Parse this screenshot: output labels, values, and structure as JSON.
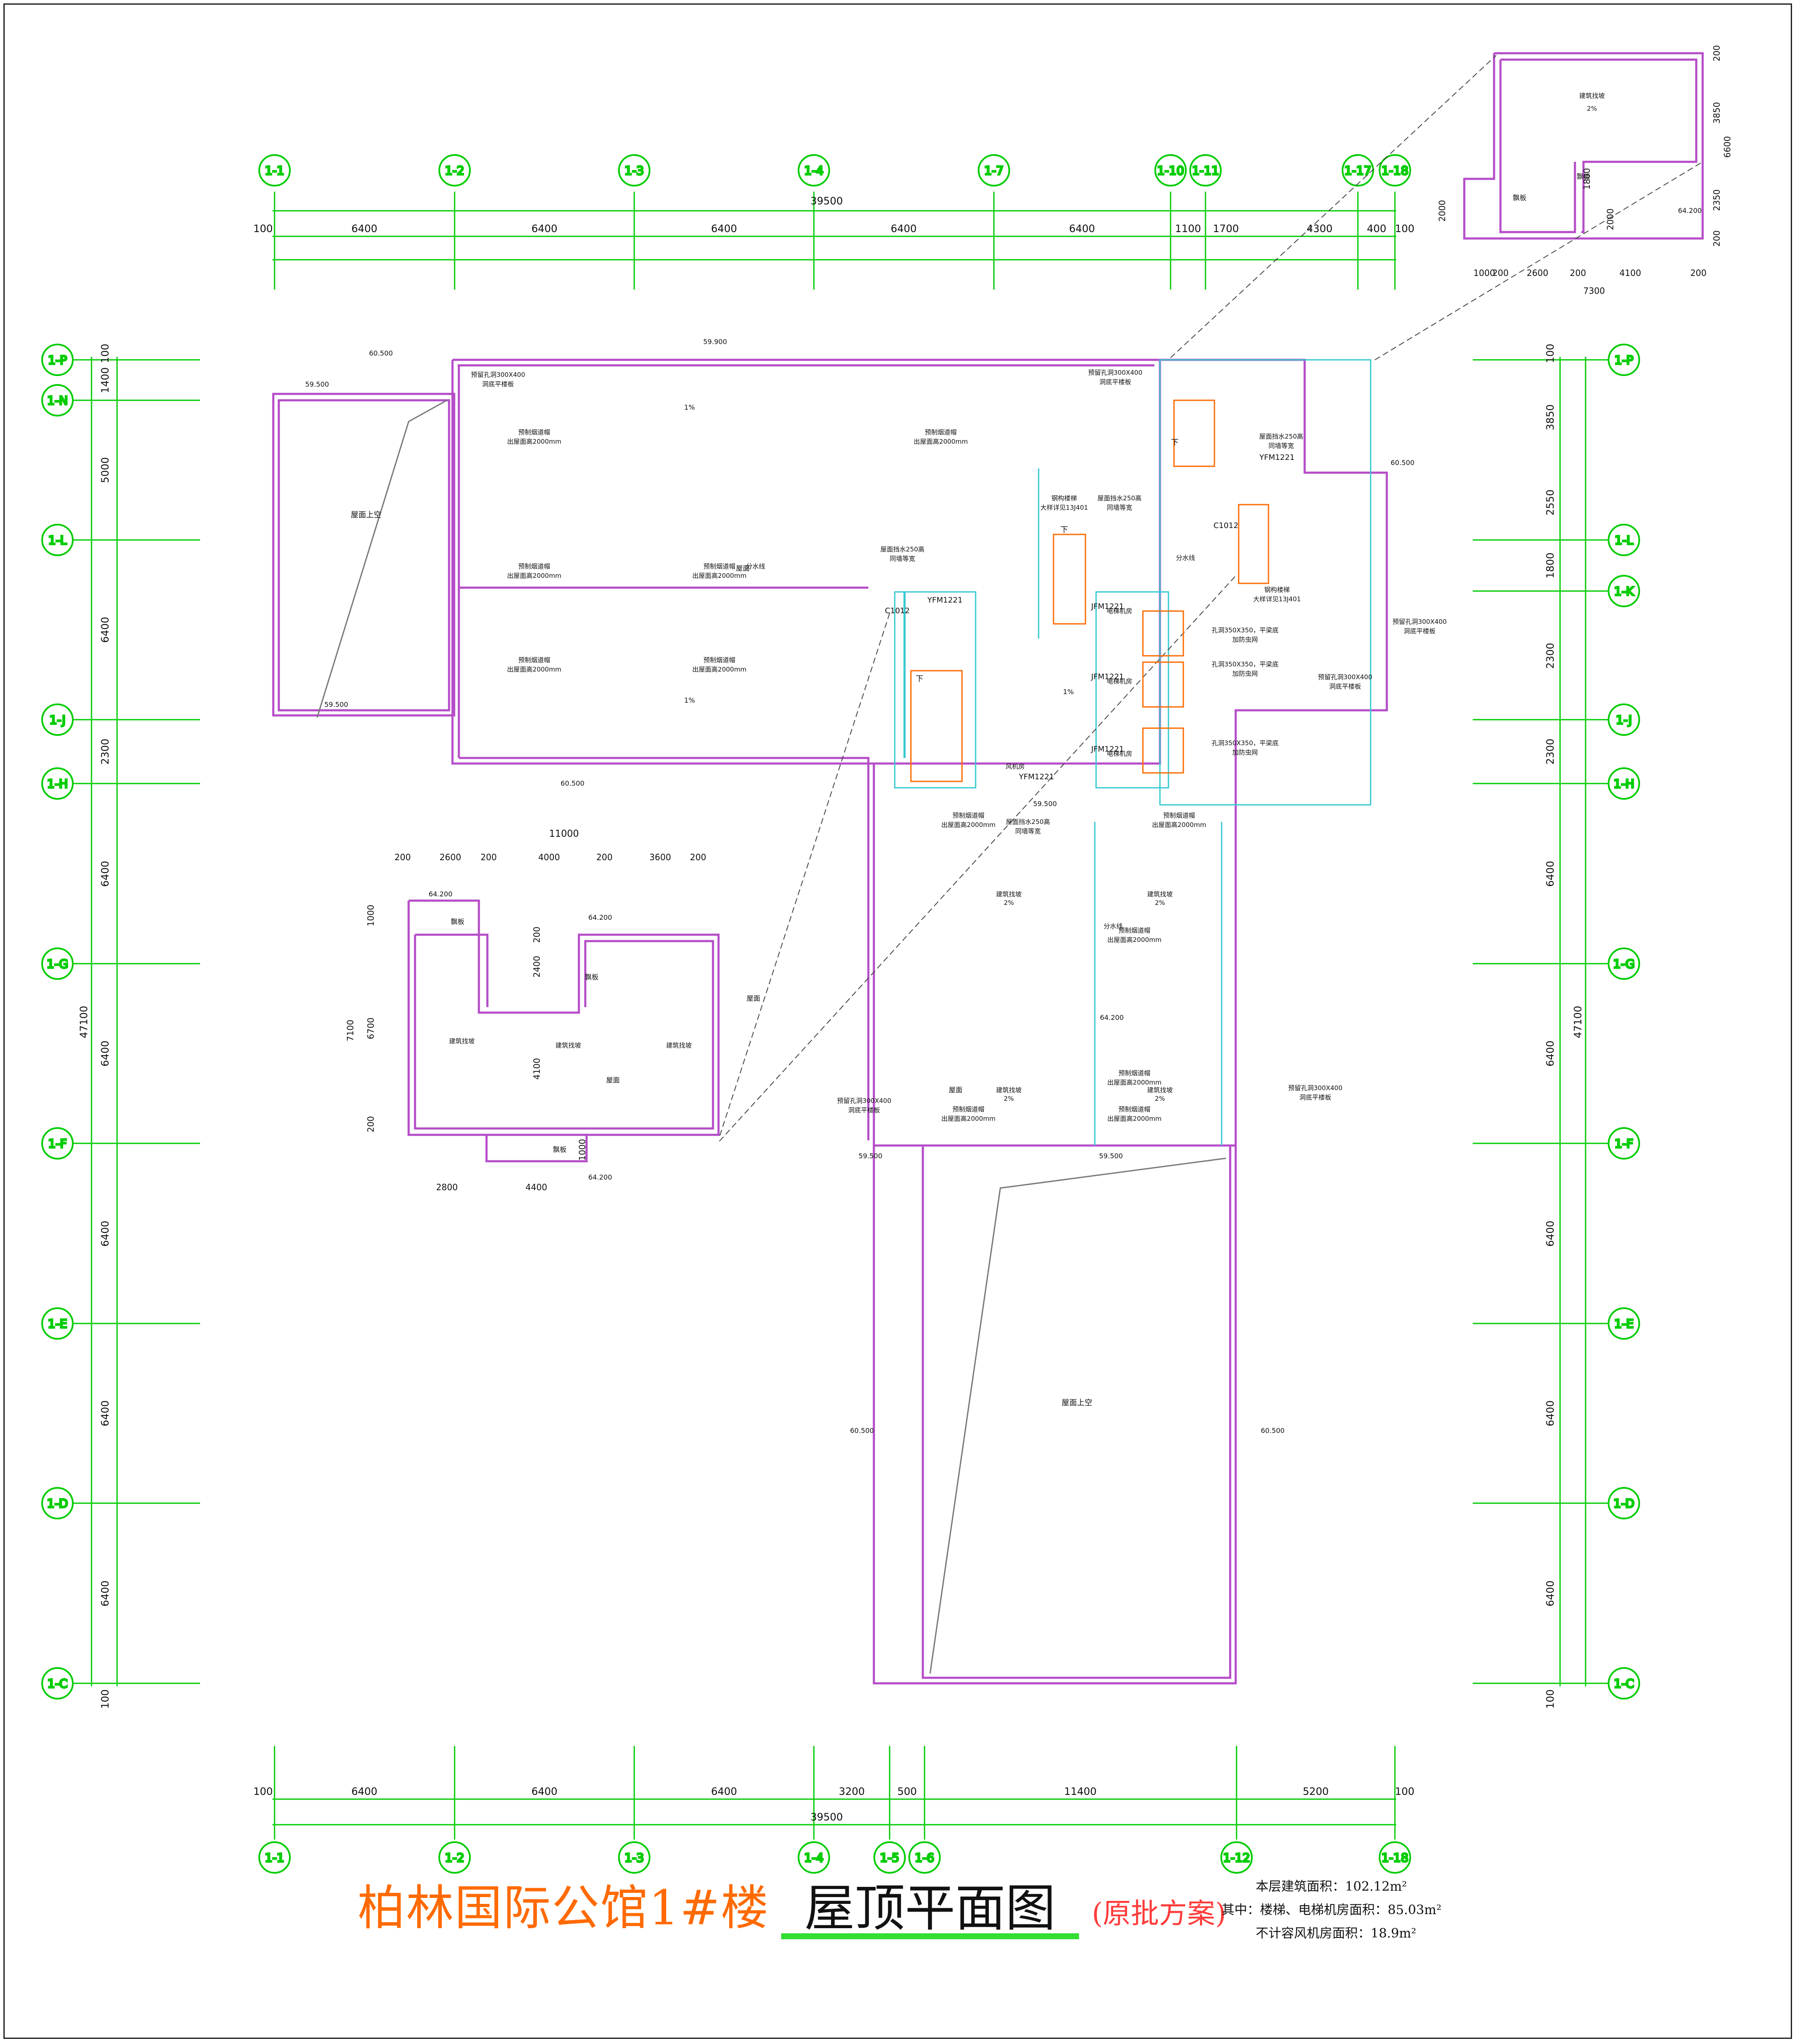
{
  "title": {
    "project": "柏林国际公馆1#楼",
    "drawing": "屋顶平面图",
    "note": "(原批方案)"
  },
  "areas": {
    "total": "本层建筑面积：102.12m²",
    "stairs_elevator": "其中：楼梯、电梯机房面积：85.03m²",
    "fan_room": "不计容风机房面积：18.9m²"
  },
  "axes": {
    "top": [
      "1-1",
      "1-2",
      "1-3",
      "1-4",
      "1-7",
      "1-10",
      "1-11",
      "1-17",
      "1-18"
    ],
    "bottom": [
      "1-1",
      "1-2",
      "1-3",
      "1-4",
      "1-5",
      "1-6",
      "1-12",
      "1-18"
    ],
    "left": [
      "1-P",
      "1-N",
      "1-L",
      "1-J",
      "1-H",
      "1-G",
      "1-F",
      "1-E",
      "1-D",
      "1-C"
    ],
    "right": [
      "1-P",
      "1-L",
      "1-K",
      "1-J",
      "1-H",
      "1-G",
      "1-F",
      "1-E",
      "1-D",
      "1-C"
    ]
  },
  "dims": {
    "top_total": "39500",
    "top_edge": [
      "100",
      "100"
    ],
    "top_segments": [
      "6400",
      "6400",
      "6400",
      "6400",
      "6400",
      "1100",
      "1700",
      "4300",
      "400"
    ],
    "bottom_total": "39500",
    "bottom_edge": [
      "100",
      "100"
    ],
    "bottom_segments": [
      "6400",
      "6400",
      "6400",
      "3200",
      "500",
      "11400",
      "5200"
    ],
    "left_total": "47100",
    "left_edge": [
      "100",
      "100"
    ],
    "left_segments": [
      "1400",
      "5000",
      "6400",
      "2300",
      "6400",
      "6400",
      "6400",
      "6400",
      "6400"
    ],
    "right_total": "47100",
    "right_edge": [
      "100",
      "100"
    ],
    "right_segments": [
      "3850",
      "2550",
      "1800",
      "2300",
      "2300",
      "6400",
      "6400",
      "6400",
      "6400",
      "6400"
    ]
  },
  "labels": {
    "void_left": "屋面上空",
    "void_bottom": "屋面上空",
    "roof": "屋面",
    "slope": "建筑找坡",
    "slope_pct": "2%",
    "slope_1": "1%",
    "divide": "分水线",
    "chimney": "预制烟道帽",
    "chimney_h": "出屋面高2000mm",
    "hole": "预留孔洞300X400",
    "hole_sub": "洞底平楼板",
    "overflow": "屋面挡水250高",
    "overflow_sub": "同墙等宽",
    "elevator_room": "电梯机房",
    "fan_room": "风机房",
    "steel_stair": "钢构楼梯",
    "steel_stair_sub": "大样详见13J401",
    "hole_side": "孔洞350X350，平梁底",
    "hole_side_sub": "加防虫网",
    "parapet": "飘板",
    "door1": "YFM1221",
    "door2": "JFM1221",
    "window": "C1012",
    "mark_down": "下"
  },
  "elev": [
    "59.900",
    "59.500",
    "60.500",
    "64.200",
    "59.500",
    "59.900",
    "60.500",
    "64.200"
  ],
  "detail_dims": {
    "d1": [
      "11000",
      "200",
      "2600",
      "200",
      "4000",
      "200",
      "3600",
      "200"
    ],
    "d1_v": [
      "7100",
      "1000",
      "6700",
      "2400",
      "4100",
      "200",
      "200"
    ],
    "d1_b": [
      "2800",
      "4400",
      "1000"
    ],
    "d2": [
      "7300",
      "1000",
      "200",
      "2600",
      "200",
      "4100",
      "200"
    ],
    "d2_v": [
      "6600",
      "3850",
      "2350",
      "200",
      "200",
      "2000",
      "1800",
      "2000"
    ]
  },
  "colors": {
    "axis": "#00cc00",
    "wall": "#b54cc8",
    "cyan": "#35c8d0",
    "stair": "#ff6a00",
    "dim": "#000000"
  }
}
